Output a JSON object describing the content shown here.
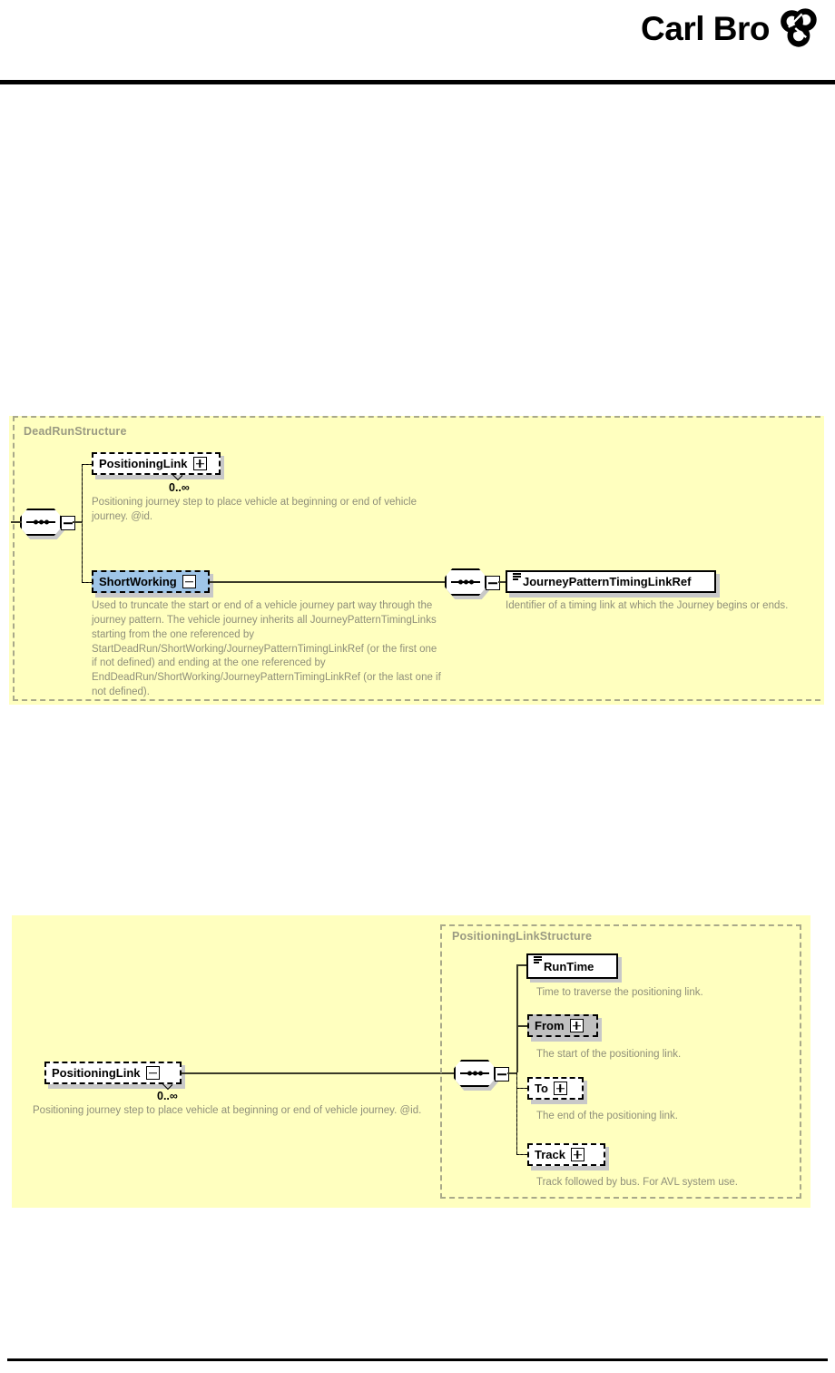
{
  "header": {
    "brand": "Carl Bro",
    "logo_mark": "trefoil-knot-icon"
  },
  "diagram1": {
    "group_label": "DeadRunStructure",
    "compositor": "sequence",
    "nodes": [
      {
        "label": "PositioningLink",
        "control": "plus",
        "cardinality": "0..∞",
        "doc": "Positioning journey step to place vehicle at beginning or end of vehicle journey. @id.",
        "style": "optional-white"
      },
      {
        "label": "ShortWorking",
        "control": "minus",
        "doc": "Used to truncate the start or end of a vehicle journey part way through the journey pattern. The vehicle journey inherits all JourneyPatternTimingLinks starting from the one referenced by StartDeadRun/ShortWorking/JourneyPatternTimingLinkRef (or the first one if not defined) and ending at the one referenced by EndDeadRun/ShortWorking/JourneyPatternTimingLinkRef (or the last one if not defined).",
        "style": "selected-blue"
      },
      {
        "label": "JourneyPatternTimingLinkRef",
        "control": "none",
        "doc": "Identifier of a timing link at which the Journey begins or ends.",
        "style": "required-white"
      }
    ]
  },
  "diagram2": {
    "group_label": "PositioningLinkStructure",
    "compositor": "sequence",
    "root": {
      "label": "PositioningLink",
      "control": "minus",
      "cardinality": "0..∞",
      "doc": "Positioning journey step to place vehicle at beginning or end of vehicle journey. @id.",
      "style": "optional-white"
    },
    "children": [
      {
        "label": "RunTime",
        "control": "none",
        "doc": "Time to traverse the positioning link.",
        "style": "required-white"
      },
      {
        "label": "From",
        "control": "plus",
        "doc": "The start of the positioning link.",
        "style": "required-grey"
      },
      {
        "label": "To",
        "control": "plus",
        "doc": "The end of the positioning link.",
        "style": "optional-white"
      },
      {
        "label": "Track",
        "control": "plus",
        "doc": "Track followed by bus. For AVL system use.",
        "style": "optional-white"
      }
    ]
  },
  "colors": {
    "diagram_background": "#ffffbf",
    "group_border": "#a9a98a",
    "group_label": "#9a9a82",
    "doc_text": "#8f8f7a",
    "selected_node": "#9fc5e8",
    "required_node": "#c0c0c0",
    "wire": "#3a3a28"
  }
}
